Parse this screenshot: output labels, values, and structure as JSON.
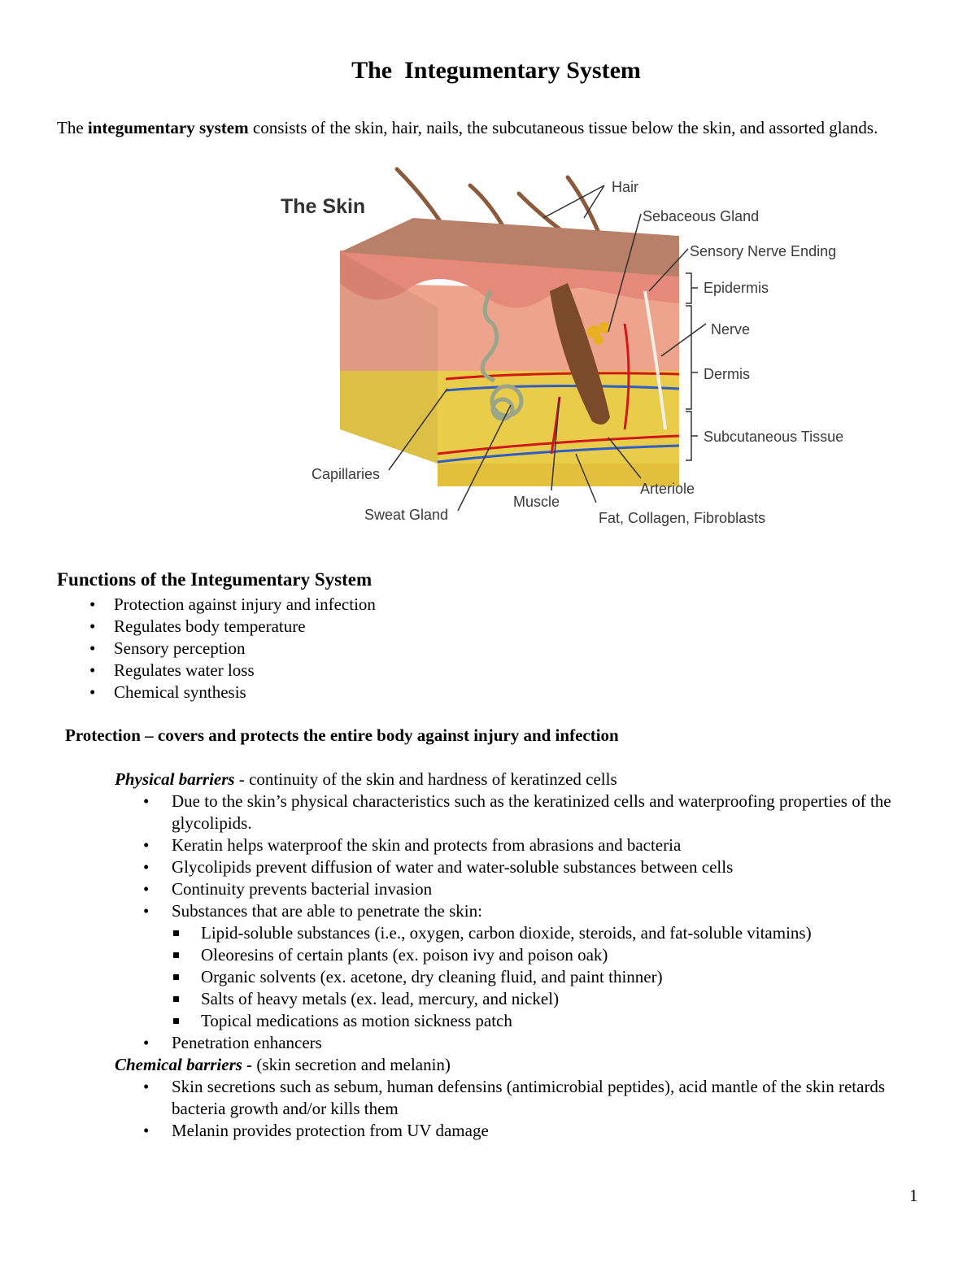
{
  "title": "The  Integumentary System",
  "intro": {
    "before": "The ",
    "bold": "integumentary system",
    "after": " consists of the skin, hair, nails, the subcutaneous tissue below the skin, and assorted glands."
  },
  "figure": {
    "title": "The Skin",
    "labels": {
      "hair": "Hair",
      "sebaceous": "Sebaceous Gland",
      "sensory": "Sensory Nerve Ending",
      "epidermis": "Epidermis",
      "nerve": "Nerve",
      "dermis": "Dermis",
      "subcutaneous": "Subcutaneous Tissue",
      "capillaries": "Capillaries",
      "sweat": "Sweat Gland",
      "muscle": "Muscle",
      "arteriole": "Arteriole",
      "fat": "Fat, Collagen, Fibroblasts"
    },
    "colors": {
      "epidermis": "#e58a7a",
      "dermis": "#eea48c",
      "subcutaneous": "#e9cc4a",
      "top_surface": "#b88068",
      "artery": "#d01818",
      "vein": "#2f5ec8",
      "hair": "#7a4a2a"
    }
  },
  "functions": {
    "heading": "Functions of the Integumentary System",
    "items": [
      "Protection against injury and infection",
      "Regulates body temperature",
      "Sensory perception",
      "Regulates water loss",
      "Chemical synthesis"
    ]
  },
  "protection": {
    "heading": "Protection – covers and protects the entire body against injury and infection",
    "physical": {
      "lead": "Physical barriers",
      "rest": " - continuity of the skin and hardness of keratinzed cells",
      "items": [
        "Due to the skin’s physical characteristics such as the keratinized cells and waterproofing properties of the glycolipids.",
        "Keratin helps waterproof the skin and protects from abrasions and bacteria",
        "Glycolipids prevent diffusion of water and water-soluble substances between cells",
        "Continuity prevents bacterial invasion",
        "Substances that are able to penetrate the skin:"
      ],
      "sub_items": [
        "Lipid-soluble substances (i.e., oxygen, carbon dioxide, steroids, and fat-soluble vitamins)",
        "Oleoresins of certain plants (ex. poison ivy and poison oak)",
        "Organic solvents (ex. acetone, dry cleaning fluid, and paint thinner)",
        "Salts of heavy metals (ex. lead, mercury, and nickel)",
        "Topical medications as motion sickness patch"
      ],
      "last_item": "Penetration enhancers"
    },
    "chemical": {
      "lead": "Chemical barriers - ",
      "rest": "(skin secretion and melanin)",
      "items": [
        "Skin secretions such as sebum, human defensins (antimicrobial peptides), acid mantle of the skin retards bacteria growth and/or kills them",
        "Melanin provides protection from UV damage"
      ]
    }
  },
  "page_number": "1"
}
